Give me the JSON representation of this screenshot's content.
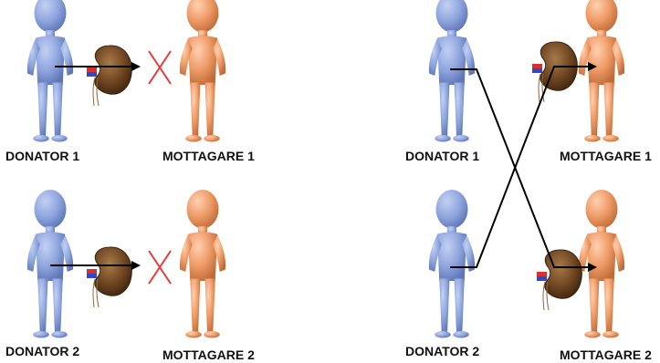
{
  "labels": {
    "donor_1": "DONATOR 1",
    "recipient_1": "MOTTAGARE 1",
    "donor_2": "DONATOR 2",
    "recipient_2": "MOTTAGARE 2"
  },
  "colors": {
    "donor": "#8fa6de",
    "recipient": "#ee9a66",
    "kidney": "#6e4520",
    "arrow": "#000000",
    "incompatible_mark": "#e83a3a"
  },
  "panels": [
    {
      "name": "incompatible-pairs",
      "transplant": "blocked"
    },
    {
      "name": "paired-exchange",
      "transplant": "crossed"
    }
  ]
}
